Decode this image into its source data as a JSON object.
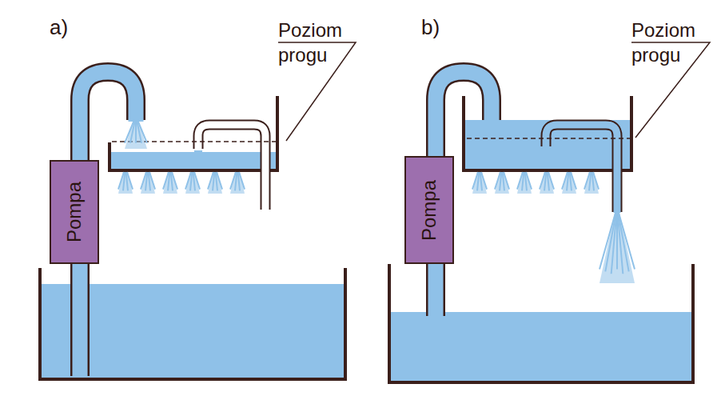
{
  "diagram": {
    "nodes": [
      {
        "text": [
          "Pompa"
        ]
      },
      {
        "text": [
          "Pompa"
        ]
      }
    ],
    "labels": [
      "a)",
      "Poziom progu",
      "b)",
      "Poziom progu"
    ]
  }
}
